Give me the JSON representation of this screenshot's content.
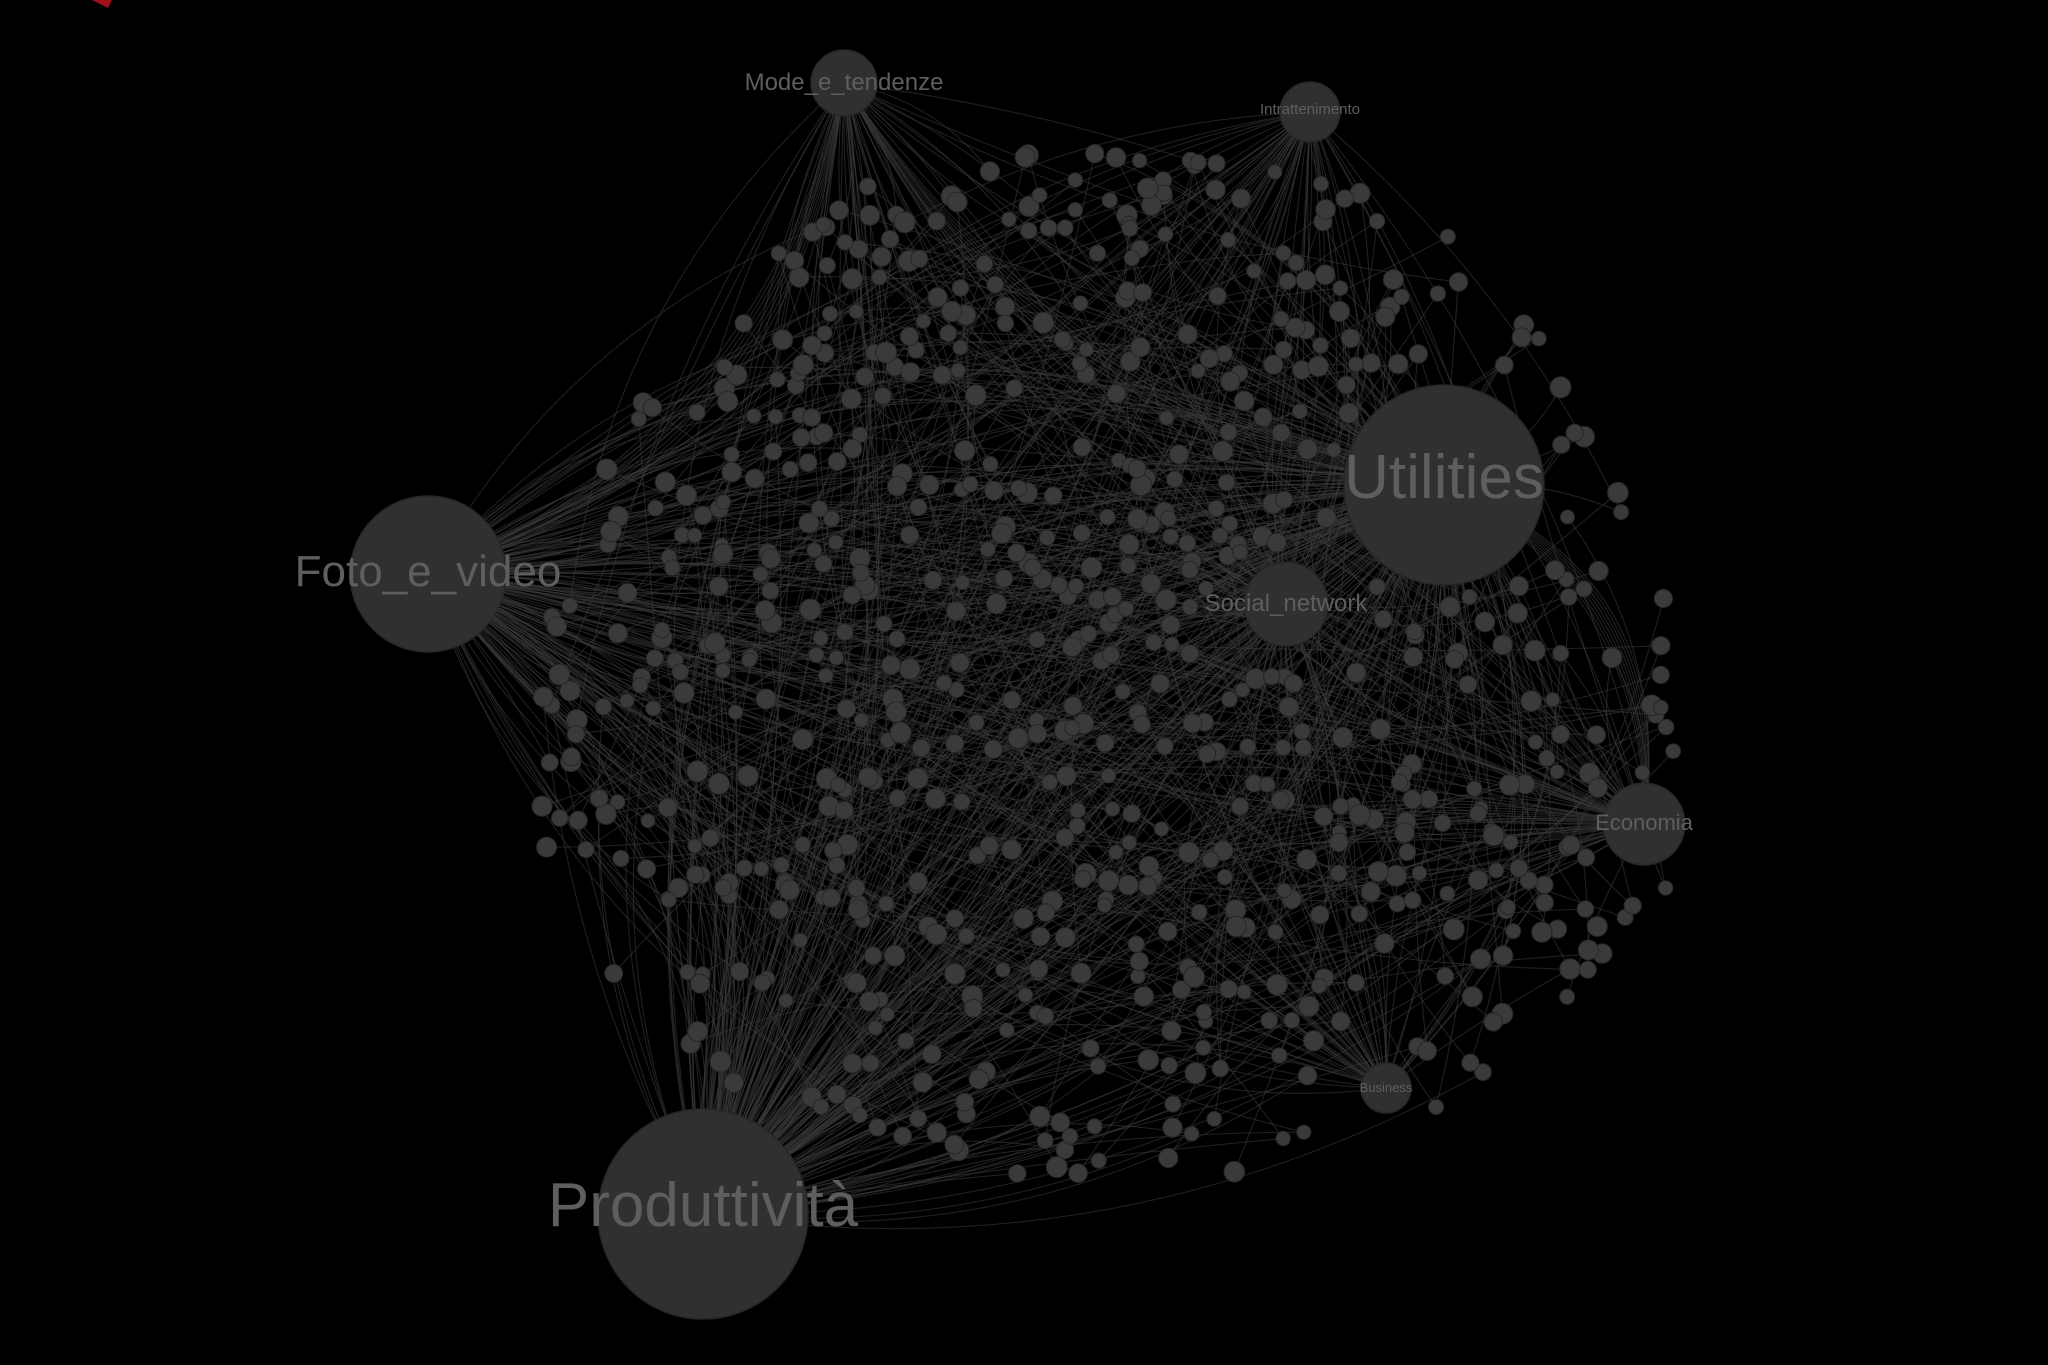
{
  "graph": {
    "background": "#000000",
    "node_color": "#3a3a3a",
    "edge_color": "#3a3a3a",
    "label_color": "#5e5e5e",
    "accent_mark_color": "#a1101a",
    "hubs": [
      {
        "id": "utilities",
        "label": "Utilities"
      },
      {
        "id": "produttivita",
        "label": "Produttività"
      },
      {
        "id": "foto_e_video",
        "label": "Foto_e_video"
      },
      {
        "id": "social_network",
        "label": "Social_network"
      },
      {
        "id": "economia",
        "label": "Economia"
      },
      {
        "id": "mode_e_tendenze",
        "label": "Mode_e_tendenze"
      },
      {
        "id": "intrattenimento",
        "label": "Intrattenimento"
      },
      {
        "id": "business",
        "label": "Business"
      }
    ]
  }
}
